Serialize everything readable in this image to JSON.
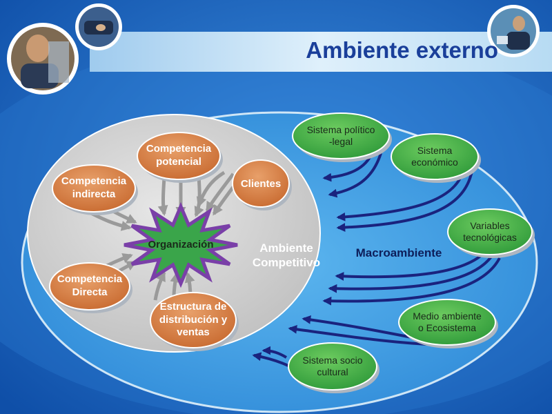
{
  "title": "Ambiente externo",
  "colors": {
    "background": "#1e6fc8",
    "banner": "#cfe6f6",
    "title": "#1a3f9a",
    "outer_ellipse": "#4ea8e6",
    "inner_circle": "#d4d4d4",
    "orange_node": "#d9804a",
    "green_node": "#47b14a",
    "star_fill": "#3aa54a",
    "star_border": "#7a3fa8",
    "arrow_dark": "#1a237e",
    "arrow_gray": "#9a9a9a"
  },
  "photos": [
    "business-people-photo",
    "handshake-photo",
    "office-worker-photo"
  ],
  "center": {
    "label": "Organización"
  },
  "inner_label": {
    "line1": "Ambiente",
    "line2": "Competitivo"
  },
  "outer_label": "Macroambiente",
  "competitive_nodes": [
    {
      "id": "competencia-potencial",
      "line1": "Competencia",
      "line2": "potencial"
    },
    {
      "id": "competencia-indirecta",
      "line1": "Competencia",
      "line2": "indirecta"
    },
    {
      "id": "clientes",
      "line1": "Clientes",
      "line2": ""
    },
    {
      "id": "competencia-directa",
      "line1": "Competencia",
      "line2": "Directa"
    },
    {
      "id": "estructura-distribucion",
      "line1": "Estructura de",
      "line2": "distribución y",
      "line3": "ventas"
    }
  ],
  "macro_nodes": [
    {
      "id": "sistema-politico-legal",
      "line1": "Sistema político",
      "line2": "-legal"
    },
    {
      "id": "sistema-economico",
      "line1": "Sistema",
      "line2": "económico"
    },
    {
      "id": "variables-tecnologicas",
      "line1": "Variables",
      "line2": "tecnológicas"
    },
    {
      "id": "medio-ambiente",
      "line1": "Medio ambiente",
      "line2": "o Ecosistema"
    },
    {
      "id": "sistema-socio-cultural",
      "line1": "Sistema socio",
      "line2": "cultural"
    }
  ]
}
